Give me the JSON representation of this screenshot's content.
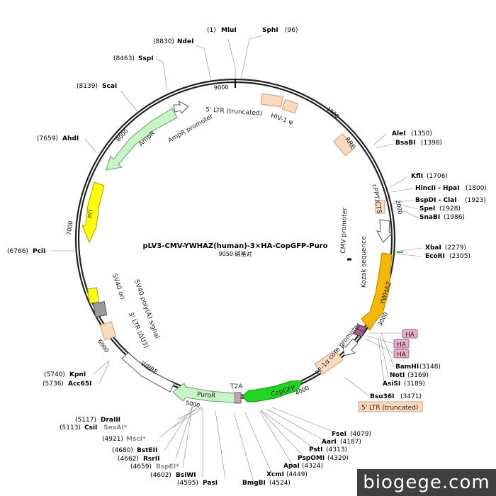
{
  "plasmid": {
    "name": "pLV3-CMV-YWHAZ(human)-3×HA-CopGFP-Puro",
    "size_label": "9050 碱基对",
    "total_bp": 9050
  },
  "watermark": "biogege.com",
  "ticks": [
    {
      "bp": 1000,
      "label": "1000"
    },
    {
      "bp": 2000,
      "label": "2000"
    },
    {
      "bp": 3000,
      "label": "3000"
    },
    {
      "bp": 4000,
      "label": "4000"
    },
    {
      "bp": 5000,
      "label": "5000"
    },
    {
      "bp": 6000,
      "label": "6000"
    },
    {
      "bp": 7000,
      "label": "7000"
    },
    {
      "bp": 8000,
      "label": "8000"
    },
    {
      "bp": 9000,
      "label": "9000"
    }
  ],
  "features": [
    {
      "id": "ltr5",
      "label": "5' LTR (truncated)",
      "color": "#fbd9bd"
    },
    {
      "id": "hiv",
      "label": "HIV-1 ψ",
      "color": "#fbd9bd"
    },
    {
      "id": "rre",
      "label": "RRE",
      "color": "#fbd9bd"
    },
    {
      "id": "cppt",
      "label": "cPPT/CTS",
      "color": "#fbd9bd"
    },
    {
      "id": "cmv",
      "label": "CMV promoter",
      "color": "#ffffff"
    },
    {
      "id": "kozak",
      "label": "Kozak sequence",
      "color": "#000000"
    },
    {
      "id": "ywhaz",
      "label": "YWHAZ",
      "color": "#f5b700"
    },
    {
      "id": "ha1",
      "label": "HA",
      "color": "#e5b1c9"
    },
    {
      "id": "ha2",
      "label": "HA",
      "color": "#e5b1c9"
    },
    {
      "id": "ha3",
      "label": "HA",
      "color": "#e5b1c9"
    },
    {
      "id": "ef1a",
      "label": "EF-1α core promoter",
      "color": "#ffffff"
    },
    {
      "id": "copgfp",
      "label": "CopGFP",
      "color": "#22d322"
    },
    {
      "id": "t2a",
      "label": "T2A",
      "color": "#c8a0b4"
    },
    {
      "id": "puror",
      "label": "PuroR",
      "color": "#c8f5c8"
    },
    {
      "id": "wpre",
      "label": "WPRE",
      "color": "#ffffff"
    },
    {
      "id": "ltr3",
      "label": "3' LTR (ΔU3)",
      "color": "#fbd9bd"
    },
    {
      "id": "sv40pa",
      "label": "SV40 poly(A) signal",
      "color": "#9a9a9a"
    },
    {
      "id": "sv40ori",
      "label": "SV40 ori",
      "color": "#ffff00"
    },
    {
      "id": "ori",
      "label": "ori",
      "color": "#ffff00"
    },
    {
      "id": "ampr",
      "label": "AmpR",
      "color": "#c8f5c8"
    },
    {
      "id": "amprp",
      "label": "AmpR promoter",
      "color": "#ffffff"
    }
  ],
  "sites": [
    {
      "name": "MluI",
      "pos": "(1)"
    },
    {
      "name": "SphI",
      "pos": "(96)"
    },
    {
      "name": "NdeI",
      "pos": "(8830)"
    },
    {
      "name": "SspI",
      "pos": "(8463)"
    },
    {
      "name": "ScaI",
      "pos": "(8139)"
    },
    {
      "name": "AhdI",
      "pos": "(7659)"
    },
    {
      "name": "PciI",
      "pos": "(6766)"
    },
    {
      "name": "AleI",
      "pos": "(1350)"
    },
    {
      "name": "BsaBI",
      "pos": "(1398)"
    },
    {
      "name": "KflI",
      "pos": "(1706)"
    },
    {
      "name": "HincII - HpaI",
      "pos": "(1800)"
    },
    {
      "name": "BspDI - ClaI",
      "pos": "(1923)"
    },
    {
      "name": "SpeI",
      "pos": "(1928)"
    },
    {
      "name": "SnaBI",
      "pos": "(1986)"
    },
    {
      "name": "XbaI",
      "pos": "(2279)"
    },
    {
      "name": "EcoRI",
      "pos": "(2305)"
    },
    {
      "name": "BamHI",
      "pos": "(3148)"
    },
    {
      "name": "NotI",
      "pos": "(3169)"
    },
    {
      "name": "AsiSI",
      "pos": "(3189)"
    },
    {
      "name": "Bsu36I",
      "pos": "(3471)"
    },
    {
      "name": "KpnI",
      "pos": "(5740)"
    },
    {
      "name": "Acc65I",
      "pos": "(5736)"
    },
    {
      "name": "DraIII",
      "pos": "(5117)"
    },
    {
      "name": "CsiI",
      "pos": "(5113)"
    },
    {
      "name": "SexAI*",
      "pos": ""
    },
    {
      "name": "MscI*",
      "pos": "(4921)"
    },
    {
      "name": "BstEII",
      "pos": "(4680)"
    },
    {
      "name": "RsrII",
      "pos": "(4662)"
    },
    {
      "name": "BspEI*",
      "pos": "(4659)"
    },
    {
      "name": "BsiWI",
      "pos": "(4602)"
    },
    {
      "name": "PasI",
      "pos": "(4595)"
    },
    {
      "name": "BmgBI",
      "pos": "(4524)"
    },
    {
      "name": "XcmI",
      "pos": "(4449)"
    },
    {
      "name": "ApaI",
      "pos": "(4324)"
    },
    {
      "name": "PspOMI",
      "pos": "(4320)"
    },
    {
      "name": "PstI",
      "pos": "(4313)"
    },
    {
      "name": "AarI",
      "pos": "(4187)"
    },
    {
      "name": "FseI",
      "pos": "(4079)"
    }
  ],
  "ltr_box_label": "5' LTR (truncated)"
}
